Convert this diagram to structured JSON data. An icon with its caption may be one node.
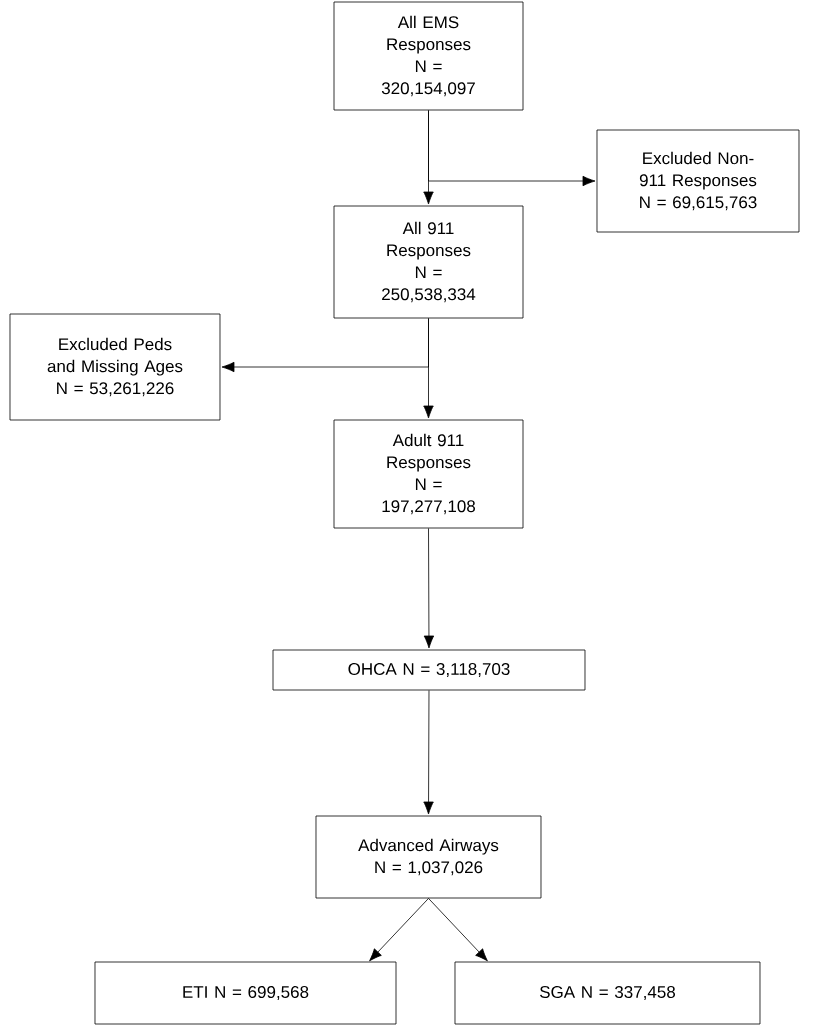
{
  "diagram": {
    "nodes": [
      {
        "text": [
          "All EMS Responses",
          "N = 320,154,097"
        ]
      },
      {
        "text": [
          "Excluded Non-911 Responses",
          "N = 69,615,763"
        ]
      },
      {
        "text": [
          "All 911 Responses",
          "N = 250,538,334"
        ]
      },
      {
        "text": [
          "Excluded Peds and Missing Ages",
          "N = 53,261,226"
        ]
      },
      {
        "text": [
          "Adult 911 Responses",
          "N = 197,277,108"
        ]
      },
      {
        "text": [
          "OHCA N = 3,118,703"
        ]
      },
      {
        "text": [
          "Advanced Airways",
          "N = 1,037,026"
        ]
      },
      {
        "text": [
          "ETI N = 699,568"
        ]
      },
      {
        "text": [
          "SGA N = 337,458"
        ]
      }
    ],
    "edges": [
      {
        "from": 0,
        "to": 2,
        "arrow": "to"
      },
      {
        "from": 0,
        "to": 1,
        "arrow": "to"
      },
      {
        "from": 2,
        "to": 4,
        "arrow": "to"
      },
      {
        "from": 2,
        "to": 3,
        "arrow": "to"
      },
      {
        "from": 4,
        "to": 5,
        "arrow": "to"
      },
      {
        "from": 5,
        "to": 6,
        "arrow": "to"
      },
      {
        "from": 6,
        "to": 7,
        "arrow": "to"
      },
      {
        "from": 6,
        "to": 8,
        "arrow": "to"
      }
    ]
  }
}
